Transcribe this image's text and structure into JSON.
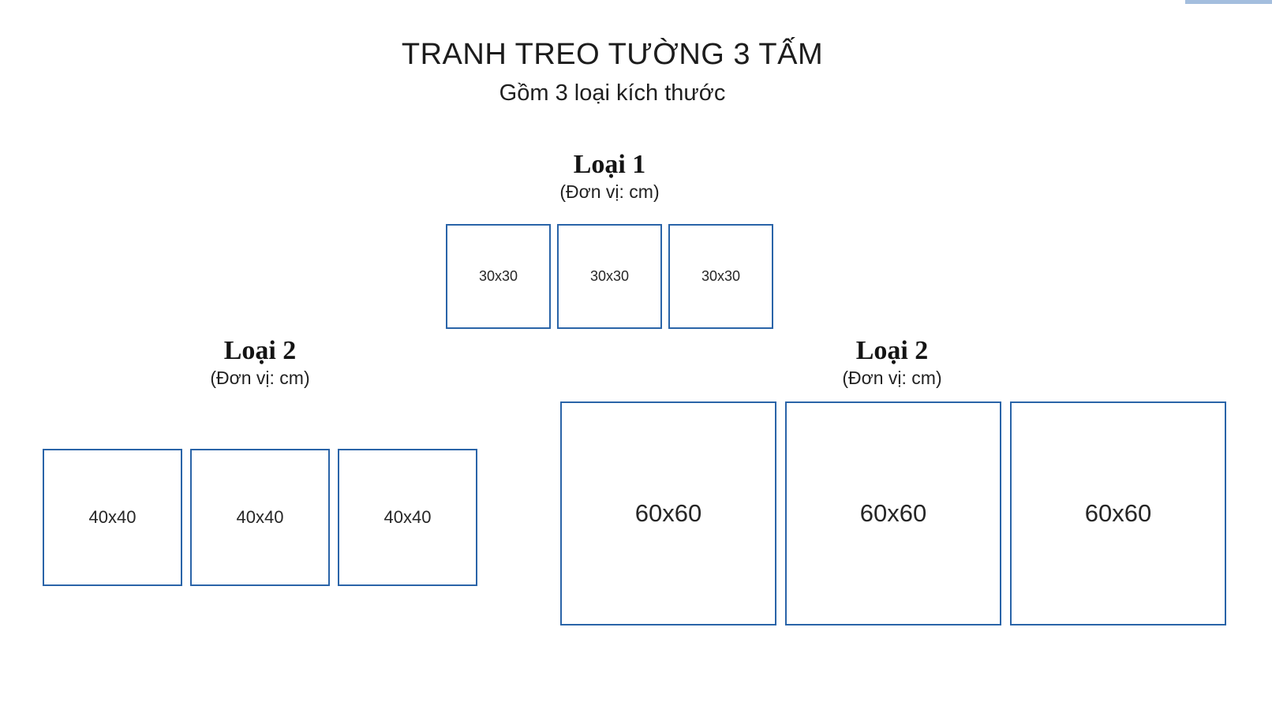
{
  "page": {
    "title": "TRANH TREO TƯỜNG 3 TẤM",
    "subtitle": "Gồm 3 loại kích thước"
  },
  "decor": {
    "top_accent_color": "#a4bede"
  },
  "colors": {
    "panel_border": "#2a64a8",
    "text": "#1c1c1c"
  },
  "groups": [
    {
      "label": "Loại 1",
      "unit": "(Đơn vị: cm)",
      "panels": [
        "30x30",
        "30x30",
        "30x30"
      ]
    },
    {
      "label": "Loại 2",
      "unit": "(Đơn vị: cm)",
      "panels": [
        "40x40",
        "40x40",
        "40x40"
      ]
    },
    {
      "label": "Loại 2",
      "unit": "(Đơn vị: cm)",
      "panels": [
        "60x60",
        "60x60",
        "60x60"
      ]
    }
  ]
}
